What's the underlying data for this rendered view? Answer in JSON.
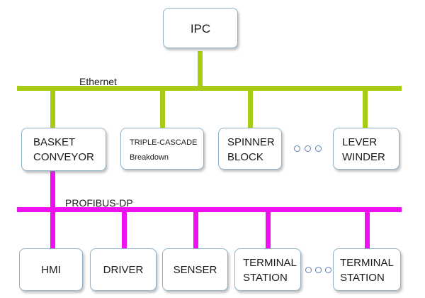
{
  "ipc": {
    "label": "IPC"
  },
  "ethernet": {
    "label": "Ethernet",
    "color": "#a8cc14"
  },
  "profibus": {
    "label": "PROFIBUS-DP",
    "color": "#ee10ee"
  },
  "mid_nodes": [
    {
      "line1": "BASKET",
      "line2": "CONVEYOR"
    },
    {
      "line1": "TRIPLE-CASCADE",
      "line2": "Breakdown"
    },
    {
      "line1": "SPINNER",
      "line2": "BLOCK"
    },
    {
      "line1": "LEVER",
      "line2": "WINDER"
    }
  ],
  "bottom_nodes": [
    {
      "label": "HMI"
    },
    {
      "label": "DRIVER"
    },
    {
      "label": "SENSER"
    },
    {
      "line1": "TERMINAL",
      "line2": "STATION"
    },
    {
      "line1": "TERMINAL",
      "line2": "STATION"
    }
  ],
  "border_color": "#8fb3cc",
  "ellipsis_color": "#5b7fb8"
}
